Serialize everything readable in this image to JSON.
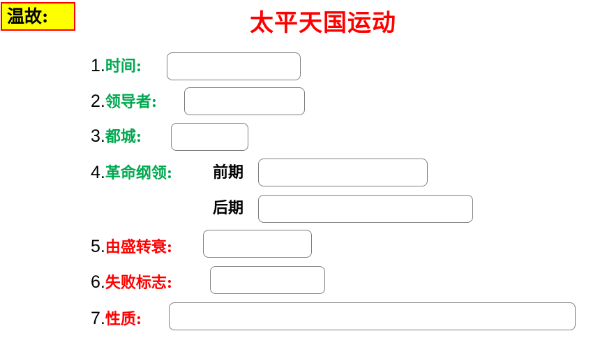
{
  "badge": {
    "text": "温故:"
  },
  "title": "太平天国运动",
  "colors": {
    "green": "#00a84f",
    "red": "#ff0000",
    "badge_bg": "#ffff00"
  },
  "items": [
    {
      "num": "1.",
      "label": "时间:"
    },
    {
      "num": "2.",
      "label": "领导者:"
    },
    {
      "num": "3.",
      "label": "都城:"
    },
    {
      "num": "4.",
      "label": "革命纲领:",
      "sub": [
        "前期",
        "后期"
      ]
    },
    {
      "num": "5.",
      "label": "由盛转衰:"
    },
    {
      "num": "6.",
      "label": "失败标志:"
    },
    {
      "num": "7.",
      "label": "性质:"
    }
  ]
}
